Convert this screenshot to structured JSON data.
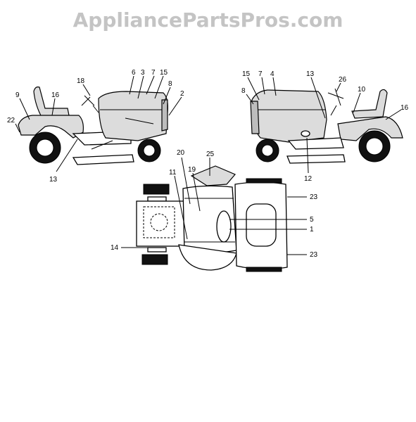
{
  "watermark": "AppliancePartsPros.com",
  "callouts": {
    "left_view": [
      "18",
      "6",
      "3",
      "7",
      "15",
      "8",
      "2",
      "9",
      "16",
      "22",
      "13"
    ],
    "right_view": [
      "15",
      "7",
      "4",
      "13",
      "26",
      "10",
      "8",
      "16",
      "12"
    ],
    "top_view": [
      "20",
      "19",
      "25",
      "11",
      "23",
      "5",
      "1",
      "14",
      "23"
    ]
  }
}
